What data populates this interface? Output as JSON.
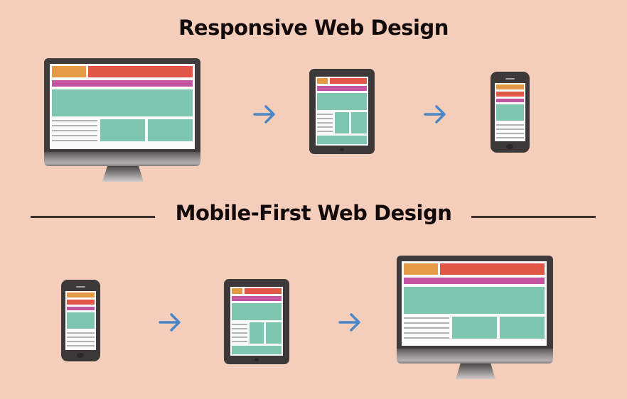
{
  "titles": {
    "responsive": "Responsive Web Design",
    "mobile_first": "Mobile-First Web Design"
  },
  "colors": {
    "background": "#f5cebb",
    "device_frame": "#3f3b3a",
    "header_logo": "#e49a45",
    "header_bar": "#e15645",
    "nav_bar": "#c254a0",
    "content_block": "#7ec6b0",
    "text_lines": "#b3b3b3",
    "arrow": "#4a86c8",
    "title_text": "#120a0a"
  },
  "sections": [
    {
      "name": "Responsive Web Design",
      "flow": [
        "desktop",
        "arrow",
        "tablet",
        "arrow",
        "phone"
      ]
    },
    {
      "name": "Mobile-First Web Design",
      "flow": [
        "phone",
        "arrow",
        "tablet",
        "arrow",
        "desktop"
      ]
    }
  ]
}
